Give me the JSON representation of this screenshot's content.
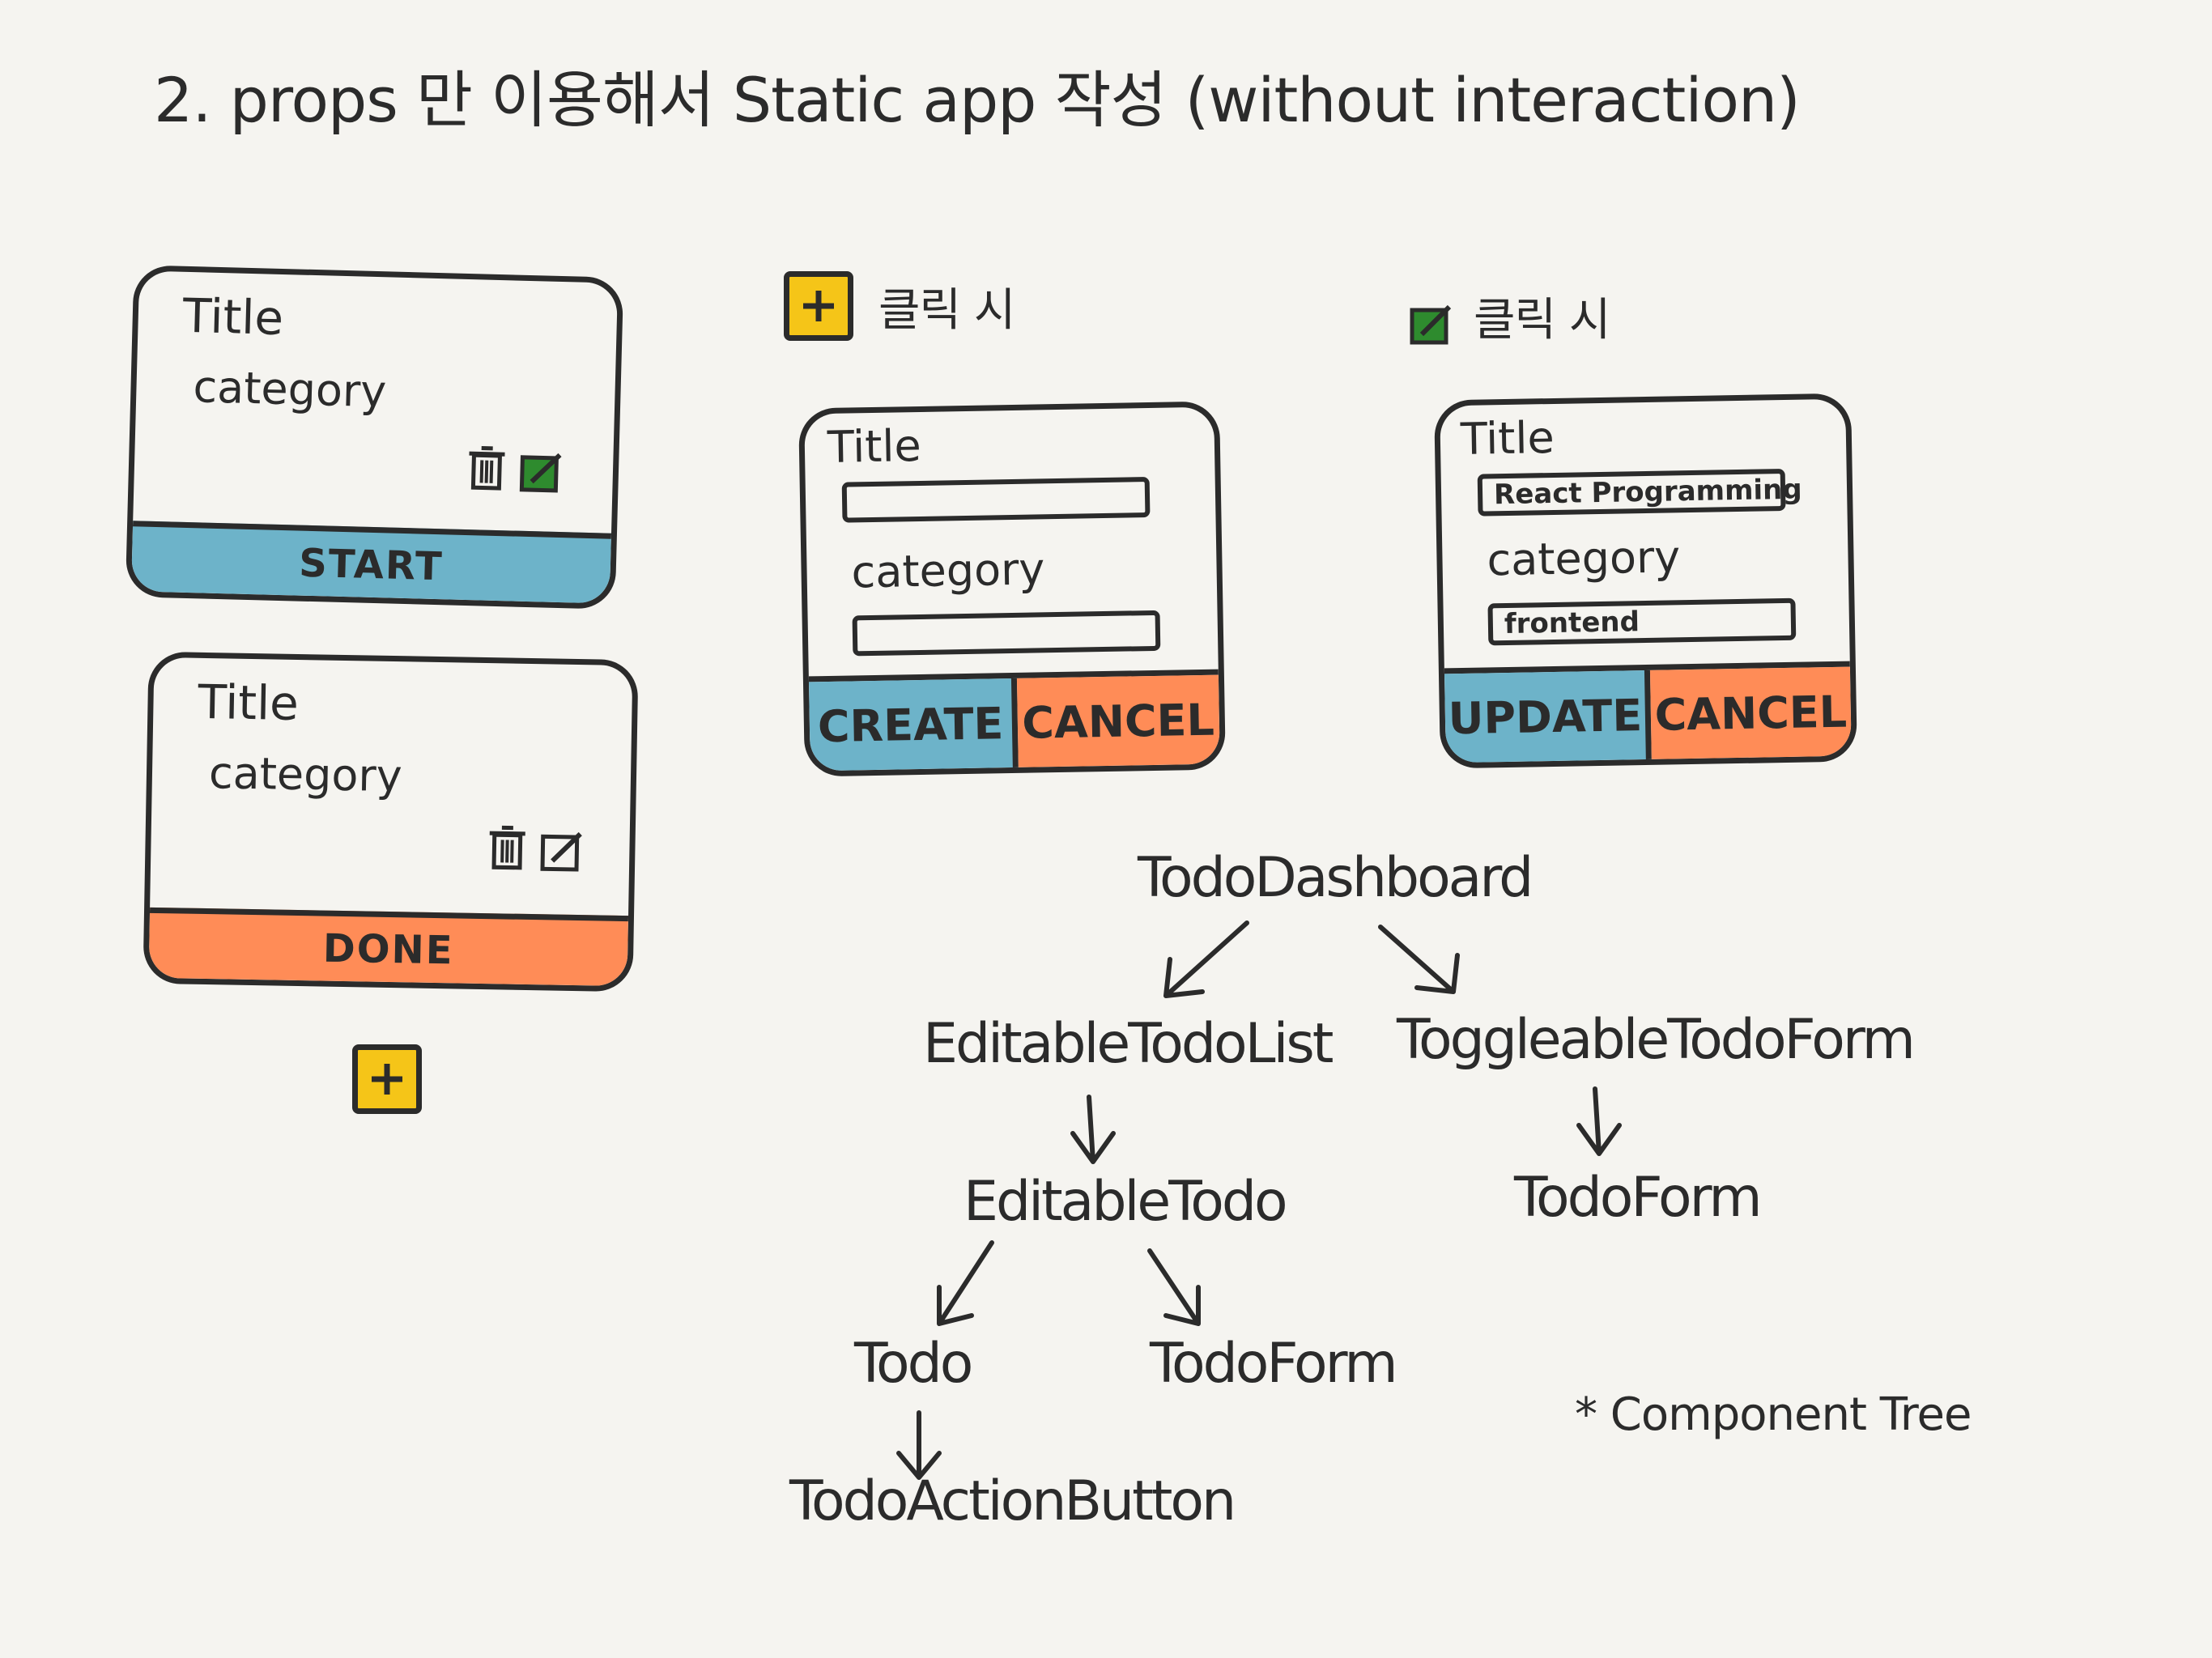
{
  "header": {
    "title": "2. props 만 이용해서 Static app 작성 (without interaction)"
  },
  "colors": {
    "blue": "#6db3c9",
    "orange": "#ff8c57",
    "yellow": "#f5c518",
    "green": "#2e8b2e",
    "ink": "#2b2b2b"
  },
  "cards": [
    {
      "title": "Title",
      "category": "category",
      "action": "START",
      "icons": [
        "trash-icon",
        "edit-icon"
      ]
    },
    {
      "title": "Title",
      "category": "category",
      "action": "DONE",
      "icons": [
        "trash-icon",
        "edit-icon"
      ]
    }
  ],
  "add_button": {
    "icon": "plus-icon"
  },
  "create_form": {
    "note": "클릭 시",
    "title_label": "Title",
    "category_label": "category",
    "title_value": "",
    "category_value": "",
    "primary": "CREATE",
    "secondary": "CANCEL"
  },
  "update_form": {
    "note": "클릭 시",
    "title_label": "Title",
    "category_label": "category",
    "title_value": "React Programming",
    "category_value": "frontend",
    "primary": "UPDATE",
    "secondary": "CANCEL"
  },
  "tree": {
    "root": "TodoDashboard",
    "left": "EditableTodoList",
    "right": "ToggleableTodoForm",
    "left_child": "EditableTodo",
    "right_child": "TodoForm",
    "todo": "Todo",
    "todo_form": "TodoForm",
    "todo_action": "TodoActionButton",
    "caption": "* Component Tree"
  }
}
